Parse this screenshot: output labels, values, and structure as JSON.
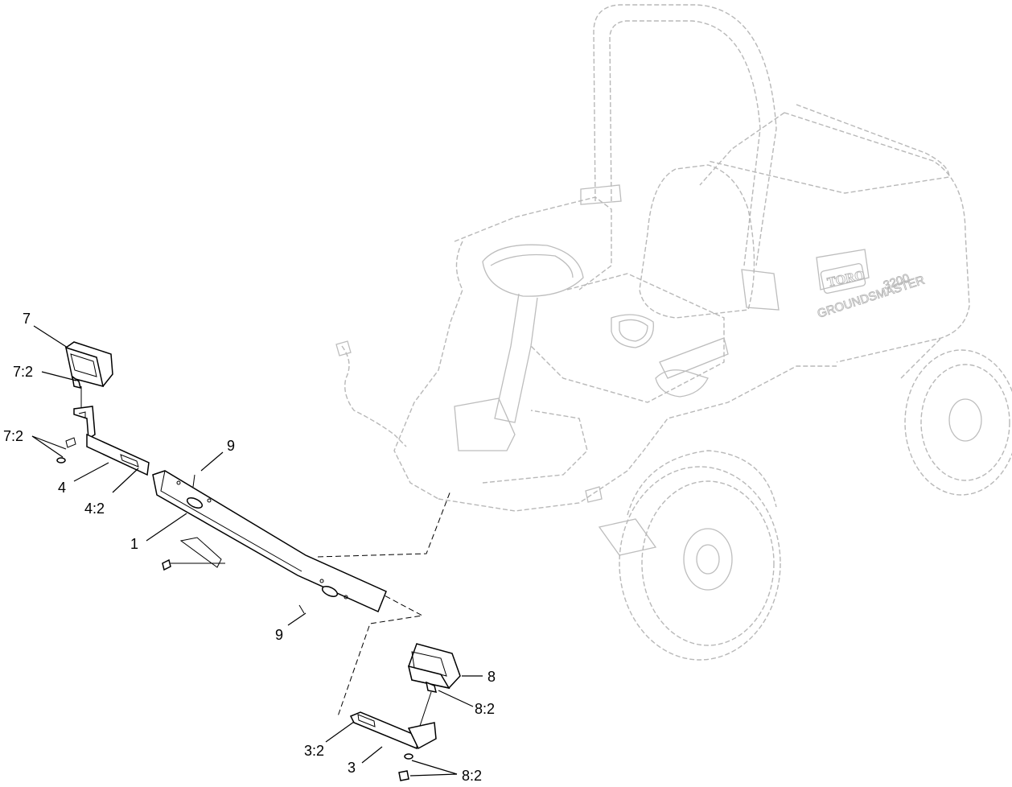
{
  "callouts": {
    "c7": "7",
    "c7_2_top": "7:2",
    "c7_2_left": "7:2",
    "c4": "4",
    "c4_2": "4:2",
    "c9_top": "9",
    "c1": "1",
    "c9_bottom": "9",
    "c8": "8",
    "c8_2_mid": "8:2",
    "c3_2": "3:2",
    "c3": "3",
    "c8_2_bottom": "8:2"
  },
  "machine": {
    "logo_text": "TORO",
    "model_line1": "GROUNDSMASTER",
    "model_line2": "3200"
  }
}
